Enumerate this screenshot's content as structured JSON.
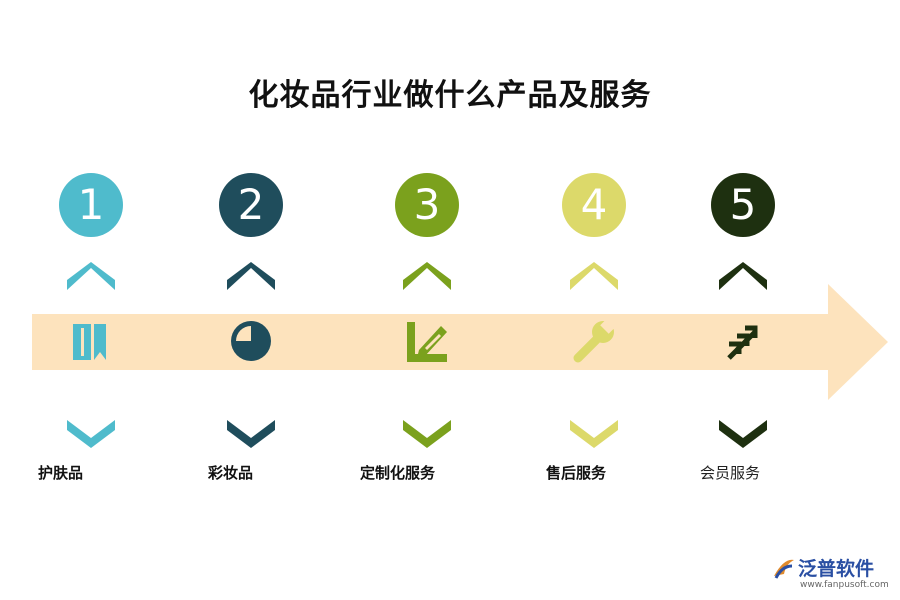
{
  "title": "化妆品行业做什么产品及服务",
  "colors": {
    "band": "#fde3bd"
  },
  "steps": [
    {
      "number": "1",
      "label": "护肤品",
      "color": "#4fbbcc",
      "icon": "card-icon"
    },
    {
      "number": "2",
      "label": "彩妆品",
      "color": "#1f4d5c",
      "icon": "pie-chart-icon"
    },
    {
      "number": "3",
      "label": "定制化服务",
      "color": "#7ba11d",
      "icon": "edit-pencil-icon"
    },
    {
      "number": "4",
      "label": "售后服务",
      "color": "#dcd96a",
      "icon": "wrench-icon"
    },
    {
      "number": "5",
      "label": "会员服务",
      "color": "#1e3010",
      "icon": "forward-arrows-icon"
    }
  ],
  "logo": {
    "name": "泛普软件",
    "url": "www.fanpusoft.com"
  }
}
